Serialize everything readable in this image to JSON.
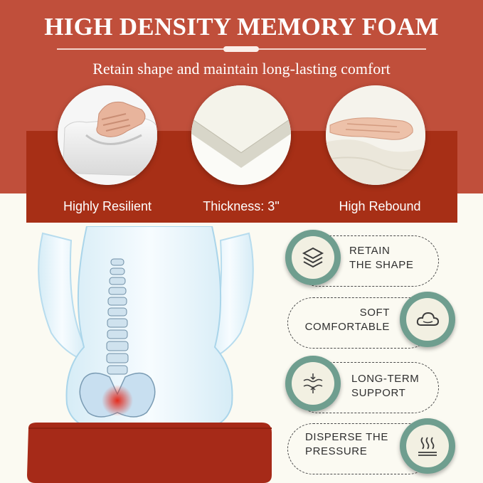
{
  "header": {
    "title": "HIGH DENSITY MEMORY FOAM",
    "subtitle": "Retain shape and maintain long-lasting comfort"
  },
  "features": [
    {
      "label": "Highly Resilient",
      "icon": "hand-press-foam-image"
    },
    {
      "label": "Thickness: 3\"",
      "icon": "foam-layer-image"
    },
    {
      "label": "High Rebound",
      "icon": "hand-on-foam-image"
    }
  ],
  "benefits": [
    {
      "line1": "RETAIN",
      "line2": "THE SHAPE",
      "icon": "layers-box-icon"
    },
    {
      "line1": "SOFT",
      "line2": "COMFORTABLE",
      "icon": "cloud-icon"
    },
    {
      "line1": "LONG-TERM",
      "line2": "SUPPORT",
      "icon": "compress-arrows-icon"
    },
    {
      "line1": "DISPERSE THE",
      "line2": "PRESSURE",
      "icon": "heat-waves-icon"
    }
  ],
  "colors": {
    "top_band": "#c04f3b",
    "panel": "#a72f16",
    "cushion": "#a62a18",
    "badge": "#6f9e8f",
    "background": "#fbfaf2"
  }
}
